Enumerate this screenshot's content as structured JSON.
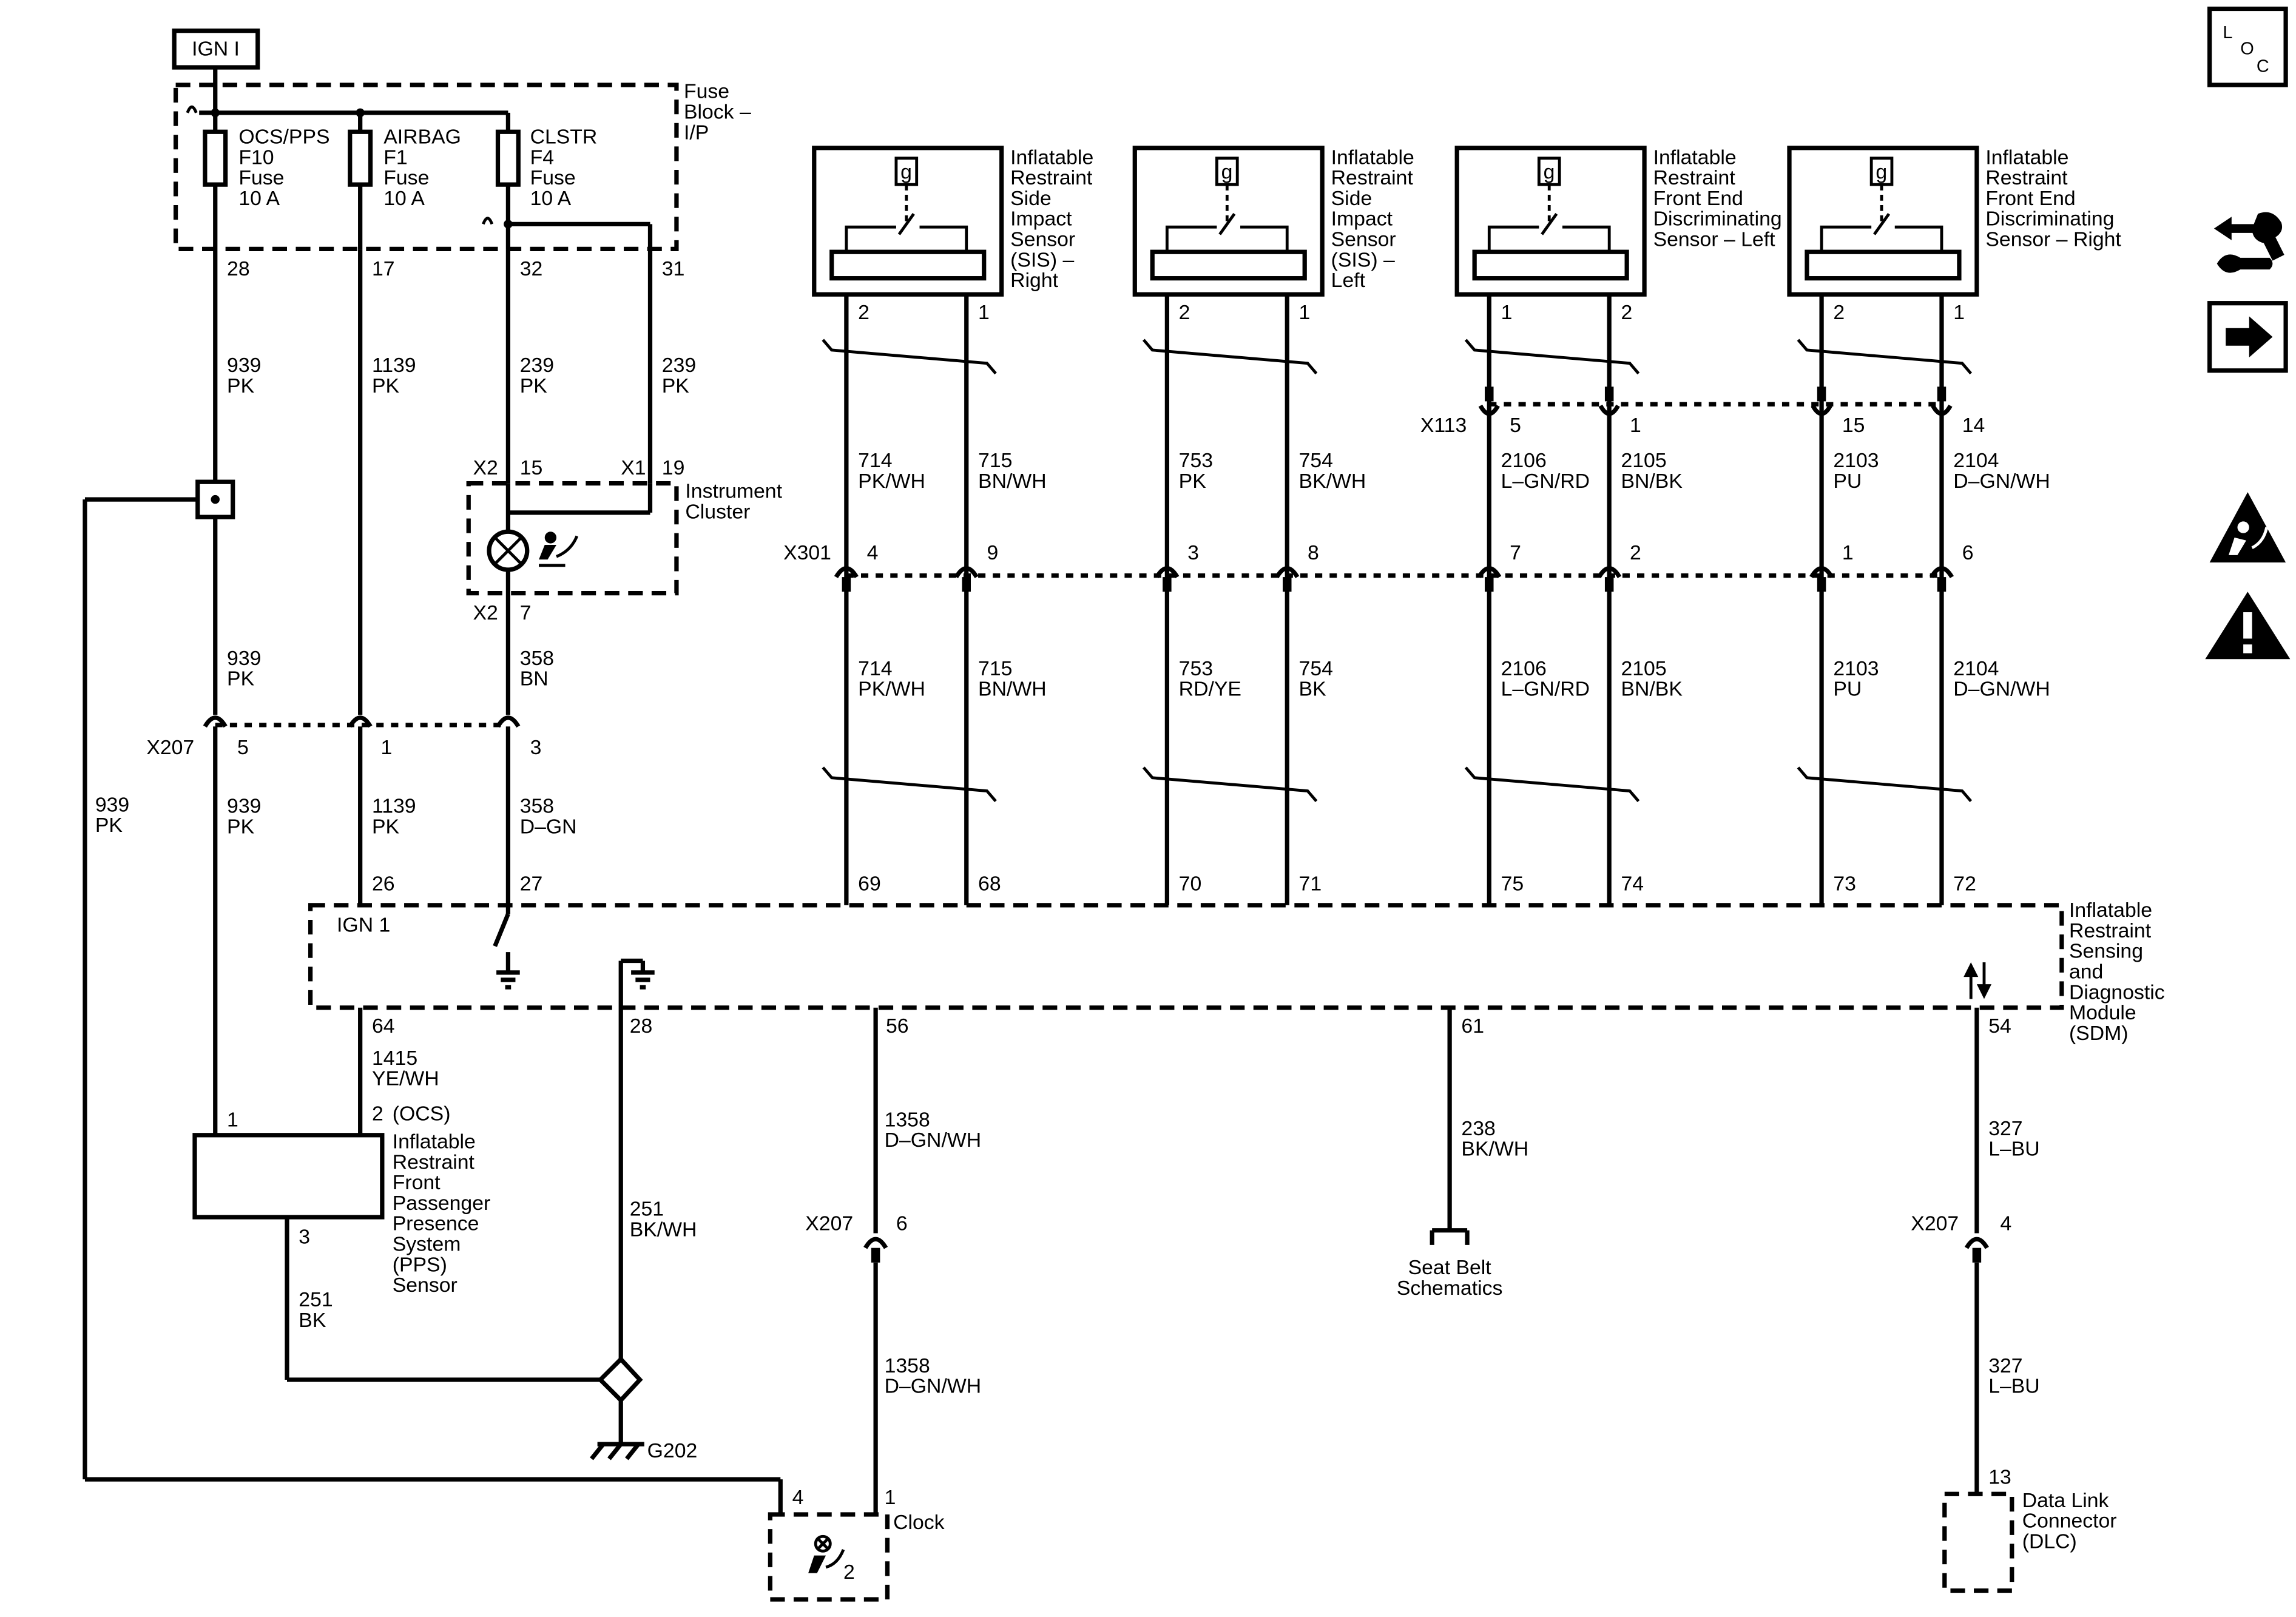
{
  "power_source": {
    "label": "IGN I"
  },
  "fuse_block": {
    "name": "Fuse Block – I/P",
    "name_lines": [
      "Fuse",
      "Block –",
      "I/P"
    ],
    "fuses": [
      {
        "lines": [
          "OCS/PPS",
          "F10",
          "Fuse",
          "10 A"
        ],
        "out_pin": "28",
        "wire": "939",
        "color": "PK"
      },
      {
        "lines": [
          "AIRBAG",
          "F1",
          "Fuse",
          "10 A"
        ],
        "out_pin": "17",
        "wire": "1139",
        "color": "PK"
      },
      {
        "lines": [
          "CLSTR",
          "F4",
          "Fuse",
          "10 A"
        ],
        "out_pin": "32",
        "wire": "239",
        "color": "PK"
      }
    ],
    "extra_pin": "31",
    "extra_wire": "239",
    "extra_color": "PK"
  },
  "instrument_cluster": {
    "name_lines": [
      "Instrument",
      "Cluster"
    ],
    "x2_top": "X2",
    "pin_15": "15",
    "x1": "X1",
    "pin_19": "19",
    "x2_bottom": "X2",
    "pin_7": "7",
    "out_wire": "358",
    "out_color": "BN"
  },
  "x207_upper": {
    "label": "X207",
    "pins": [
      "5",
      "1",
      "3"
    ],
    "in_wires": [
      [
        "939",
        "PK"
      ],
      [
        "1139",
        "PK"
      ],
      [
        "358",
        "BN"
      ]
    ],
    "out_wires": [
      [
        "939",
        "PK"
      ],
      [
        "1139",
        "PK"
      ],
      [
        "358",
        "D–GN"
      ]
    ]
  },
  "splice_wire": {
    "num": "939",
    "color": "PK"
  },
  "sensors": [
    {
      "name_lines": [
        "Inflatable",
        "Restraint",
        "Side",
        "Impact",
        "Sensor",
        "(SIS) –",
        "Right"
      ],
      "pins": [
        "2",
        "1"
      ],
      "x301": [
        "4",
        "9"
      ],
      "wires_top": [
        [
          "714",
          "PK/WH"
        ],
        [
          "715",
          "BN/WH"
        ]
      ],
      "wires_bottom": [
        [
          "714",
          "PK/WH"
        ],
        [
          "715",
          "BN/WH"
        ]
      ],
      "sdm_pins": [
        "69",
        "68"
      ]
    },
    {
      "name_lines": [
        "Inflatable",
        "Restraint",
        "Side",
        "Impact",
        "Sensor",
        "(SIS) –",
        "Left"
      ],
      "pins": [
        "2",
        "1"
      ],
      "x301": [
        "3",
        "8"
      ],
      "wires_top": [
        [
          "753",
          "PK"
        ],
        [
          "754",
          "BK/WH"
        ]
      ],
      "wires_bottom": [
        [
          "753",
          "RD/YE"
        ],
        [
          "754",
          "BK"
        ]
      ],
      "sdm_pins": [
        "70",
        "71"
      ]
    },
    {
      "name_lines": [
        "Inflatable",
        "Restraint",
        "Front End",
        "Discriminating",
        "Sensor – Left"
      ],
      "pins": [
        "1",
        "2"
      ],
      "x113": [
        "5",
        "1"
      ],
      "x301": [
        "7",
        "2"
      ],
      "wires_top": [
        [
          "2106",
          "L–GN/RD"
        ],
        [
          "2105",
          "BN/BK"
        ]
      ],
      "wires_bottom": [
        [
          "2106",
          "L–GN/RD"
        ],
        [
          "2105",
          "BN/BK"
        ]
      ],
      "sdm_pins": [
        "75",
        "74"
      ]
    },
    {
      "name_lines": [
        "Inflatable",
        "Restraint",
        "Front End",
        "Discriminating",
        "Sensor – Right"
      ],
      "pins": [
        "2",
        "1"
      ],
      "x113": [
        "15",
        "14"
      ],
      "x301": [
        "1",
        "6"
      ],
      "wires_top": [
        [
          "2103",
          "PU"
        ],
        [
          "2104",
          "D–GN/WH"
        ]
      ],
      "wires_bottom": [
        [
          "2103",
          "PU"
        ],
        [
          "2104",
          "D–GN/WH"
        ]
      ],
      "sdm_pins": [
        "73",
        "72"
      ]
    }
  ],
  "sensor_g_label": "g",
  "x113_label": "X113",
  "x301_label": "X301",
  "sdm": {
    "name_lines": [
      "Inflatable",
      "Restraint",
      "Sensing",
      "and",
      "Diagnostic",
      "Module",
      "(SDM)"
    ],
    "ign_label": "IGN 1",
    "pin_26": "26",
    "pin_27": "27",
    "pin_64": "64",
    "pin_28": "28",
    "pin_56": "56",
    "pin_61": "61",
    "pin_54": "54"
  },
  "pps": {
    "name_lines": [
      "Inflatable",
      "Restraint",
      "Front",
      "Passenger",
      "Presence",
      "System",
      "(PPS)",
      "Sensor"
    ],
    "ocs": "(OCS)",
    "pin_1": "1",
    "pin_2": "2",
    "pin_3": "3",
    "wire_in": [
      "1415",
      "YE/WH"
    ],
    "wire_gnd": [
      "251",
      "BK"
    ]
  },
  "ground_wire": [
    "251",
    "BK/WH"
  ],
  "ground": {
    "label": "G202"
  },
  "clock_circuit": {
    "wire_top": [
      "1358",
      "D–GN/WH"
    ],
    "x207": "X207",
    "pin": "6",
    "wire_bottom": [
      "1358",
      "D–GN/WH"
    ]
  },
  "seatbelt": {
    "wire": [
      "238",
      "BK/WH"
    ],
    "lines": [
      "Seat Belt",
      "Schematics"
    ]
  },
  "dlc_circuit": {
    "wire_top": [
      "327",
      "L–BU"
    ],
    "x207": "X207",
    "pin": "4",
    "wire_bottom": [
      "327",
      "L–BU"
    ],
    "dlc_pin": "13",
    "name_lines": [
      "Data Link",
      "Connector",
      "(DLC)"
    ]
  },
  "clock": {
    "pin_4": "4",
    "pin_1": "1",
    "label": "Clock",
    "sub": "2"
  },
  "side_icons": {
    "loc_letters": [
      "L",
      "O",
      "C"
    ]
  }
}
